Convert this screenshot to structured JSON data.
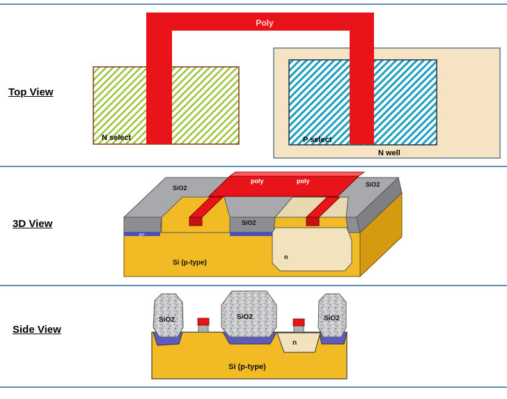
{
  "top_view": {
    "label": "Top View",
    "poly_label": "Poly",
    "n_select_label": "N select",
    "p_select_label": "P select",
    "n_well_label": "N well"
  },
  "view_3d": {
    "label": "3D View",
    "sio2_labels": [
      "SiO2",
      "SiO2",
      "SiO2"
    ],
    "poly_labels": [
      "poly",
      "poly"
    ],
    "p_label": "p+",
    "n_label": "n",
    "substrate_label": "Si (p-type)"
  },
  "side_view": {
    "label": "Side View",
    "sio2_labels": [
      "SiO2",
      "SiO2",
      "SiO2"
    ],
    "n_label": "n",
    "substrate_label": "Si (p-type)"
  },
  "colors": {
    "divider": "#5d8fb8",
    "poly": "#e8141a",
    "n_select_hatch": "#9cc43a",
    "p_select_hatch": "#1b9fbf",
    "n_well": "#f6e3c3",
    "substrate": "#f2bb25",
    "oxide": "#a7a9ac",
    "p_plus": "#5050b8",
    "n_region": "#f3e3bd"
  }
}
